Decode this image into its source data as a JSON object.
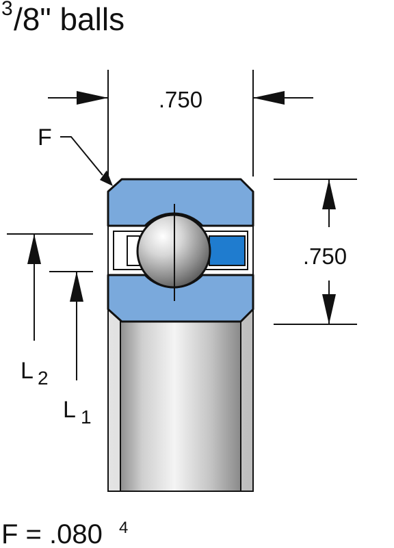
{
  "title": {
    "numerator": "3",
    "rest": "/8\" balls"
  },
  "dimensions": {
    "width_value": ".750",
    "height_value": ".750"
  },
  "labels": {
    "fillet": "F",
    "l2_main": "L",
    "l2_sub": "2",
    "l1_main": "L",
    "l1_sub": "1"
  },
  "footer": {
    "text": "F = .080",
    "note": "4"
  },
  "colors": {
    "race_blue": "#7aa9dc",
    "separator_blue": "#1f7ccf",
    "outline": "#111111"
  }
}
